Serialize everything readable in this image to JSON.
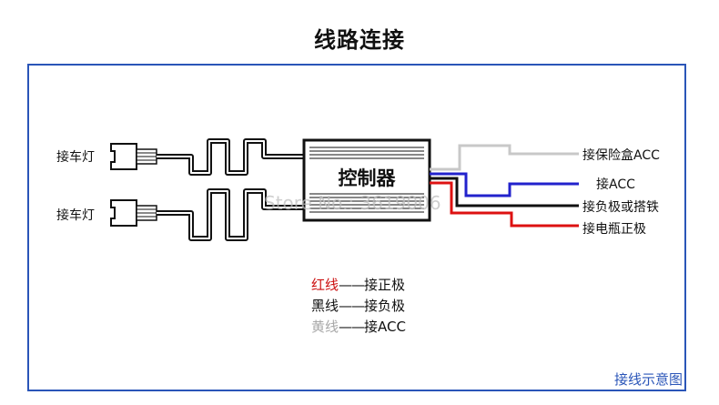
{
  "title": "线路连接",
  "controller_label": "控制器",
  "watermark": "Store No.: 3619006",
  "lamps": [
    "接车灯",
    "接车灯"
  ],
  "wire_labels": [
    {
      "text": "接保险盒ACC",
      "color": "#c8c8c8"
    },
    {
      "text": "接ACC",
      "color": "#2222cc"
    },
    {
      "text": "接负极或搭铁",
      "color": "#111111"
    },
    {
      "text": "接电瓶正极",
      "color": "#dd1111"
    }
  ],
  "legend": [
    {
      "key": "红线",
      "key_color": "#cc1111",
      "dash": "——",
      "value": "接正极"
    },
    {
      "key": "黑线",
      "key_color": "#111111",
      "dash": "——",
      "value": "接负极"
    },
    {
      "key": "黄线",
      "key_color": "#a8a8a8",
      "dash": "——",
      "value": "接ACC"
    }
  ],
  "caption": "接线示意图",
  "colors": {
    "frame": "#2a55b8",
    "red": "#dd1111",
    "black": "#111111",
    "blue": "#2222cc",
    "gray": "#c8c8c8"
  }
}
